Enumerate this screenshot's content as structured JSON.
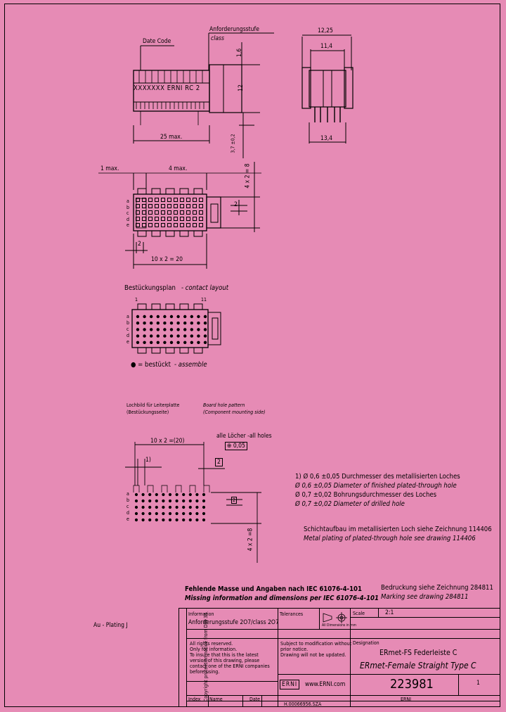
{
  "top": {
    "date_code": "Date Code",
    "anforderung": "Anforderungsstufe",
    "class_label": "class",
    "marking": "XXXXXXX ERNI RC 2",
    "dim_16": "1,6",
    "dim_12": "12",
    "dim_25": "25 max.",
    "dim_37": "3,7 ±0,2",
    "dim_1225": "12,25",
    "dim_114": "11,4",
    "dim_134": "13,4"
  },
  "plan": {
    "dim_1max": "1 max.",
    "dim_4max": "4 max.",
    "dim_4x2_8": "4 x 2 = 8",
    "dim_2a": "2",
    "dim_2b": "2",
    "dim_10x2_20": "10 x 2 = 20",
    "rows": [
      "a",
      "b",
      "c",
      "d",
      "e"
    ]
  },
  "layout": {
    "title_de": "Bestückungsplan",
    "title_en": "- contact layout",
    "col1": "1",
    "col11": "11",
    "legend_de": "● = bestückt",
    "legend_en": "- assemble"
  },
  "board": {
    "title_de_1": "Lochbild für Leiterplatte",
    "title_de_2": "(Bestückungsseite)",
    "title_en_1": "Board hole pattern",
    "title_en_2": "(Component mounting side)",
    "all_holes": "alle Löcher -all holes",
    "tol": "⊕ 0,05",
    "dim_10x2": "10 x 2 =(20)",
    "dim_1": "1)",
    "dim_2": "2",
    "dim_4x2_8": "4 x 2 =8",
    "dim_2v": "2"
  },
  "notes": [
    {
      "prefix": "1)",
      "sym": "Ø 0,6",
      "tol": "±0,05",
      "text": "Durchmesser des metallisierten Loches"
    },
    {
      "prefix": "",
      "sym": "Ø 0,6",
      "tol": "±0,05",
      "text": "Diameter of finished plated-through hole"
    },
    {
      "prefix": "",
      "sym": "Ø 0,7",
      "tol": "±0,02",
      "text": "Bohrungsdurchmesser des Loches"
    },
    {
      "prefix": "",
      "sym": "Ø 0,7",
      "tol": "±0,02",
      "text": "Diameter of drilled hole"
    }
  ],
  "note_plating_de": "Schichtaufbau im metallisierten Loch siehe Zeichnung 114406",
  "note_plating_en": "Metal plating of plated-through hole see drawing 114406",
  "missing_de": "Fehlende Masse und Angaben nach IEC 61076-4-101",
  "missing_en": "Missing information and dimensions per IEC 61076-4-101",
  "print_de": "Bedruckung siehe Zeichnung 284811",
  "print_en": "Marking see drawing 284811",
  "au_plating": "Au - Plating J",
  "title_block": {
    "side_text": "Copyright protection notice from DIN 34",
    "information": "Information",
    "anf_class": "Anforderungsstufe 2O7/class 2O7",
    "tolerances": "Tolerances",
    "dims_in_mm": "All Dimensions in mm",
    "scale_label": "Scale",
    "scale": "2:1",
    "rights": [
      "All rights reserved.",
      "Only for information.",
      "To insure that this is the latest",
      "version of this drawing, please",
      "contact one of the ERNI companies",
      "before using."
    ],
    "subject": [
      "Subject to modification without",
      "prior notice.",
      "Drawing will not be updated."
    ],
    "designation_label": "Designation",
    "designation_de": "ERmet-FS Federleiste C",
    "designation_en": "ERmet-Female Straight Type C",
    "logo": "ERNI",
    "url": "www.ERNI.com",
    "number": "223981",
    "sheet": "1",
    "index": "Index",
    "date": "Date",
    "name": "Name",
    "docnum": "H.00066956.SZA",
    "erni_small": "ERNI"
  }
}
